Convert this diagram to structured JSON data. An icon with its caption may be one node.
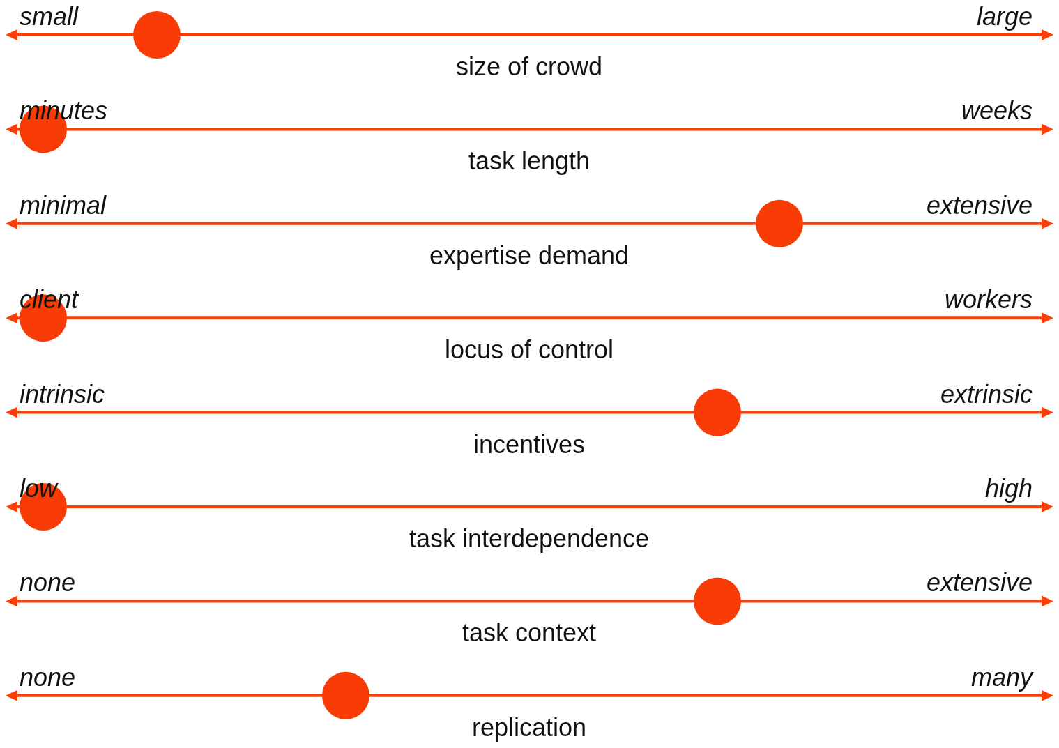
{
  "diagram": {
    "labels": [
      "small",
      "large",
      "size of crowd",
      "minutes",
      "weeks",
      "task length",
      "minimal",
      "extensive",
      "expertise demand",
      "client",
      "workers",
      "locus of control",
      "intrinsic",
      "extrinsic",
      "incentives",
      "low",
      "high",
      "task interdependence",
      "none",
      "extensive",
      "task context",
      "none",
      "many",
      "replication"
    ]
  }
}
